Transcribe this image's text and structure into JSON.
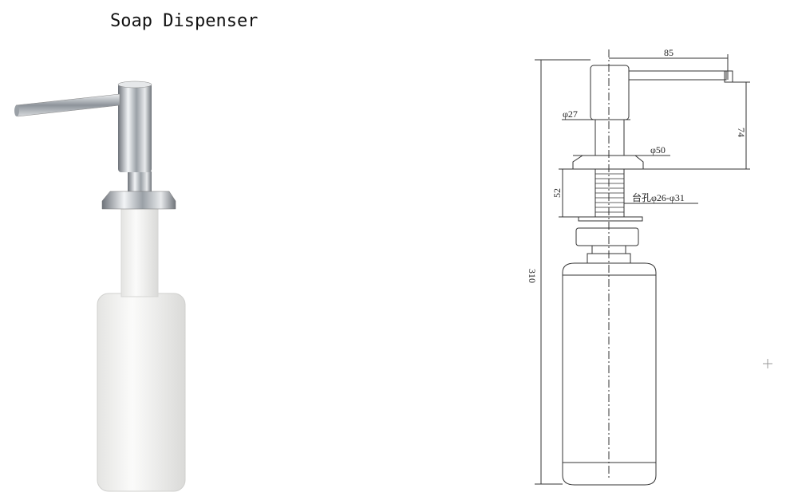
{
  "title": "Soap Dispenser",
  "dimensions": {
    "spout_reach": "85",
    "pump_height": "74",
    "head_diameter": "φ27",
    "flange_diameter": "φ50",
    "thread_length": "52",
    "hole_size": "台孔φ26-φ31",
    "total_height": "310"
  },
  "colors": {
    "chrome": "#c8ccd0",
    "bottle": "#f4f4f2",
    "line": "#333333"
  }
}
